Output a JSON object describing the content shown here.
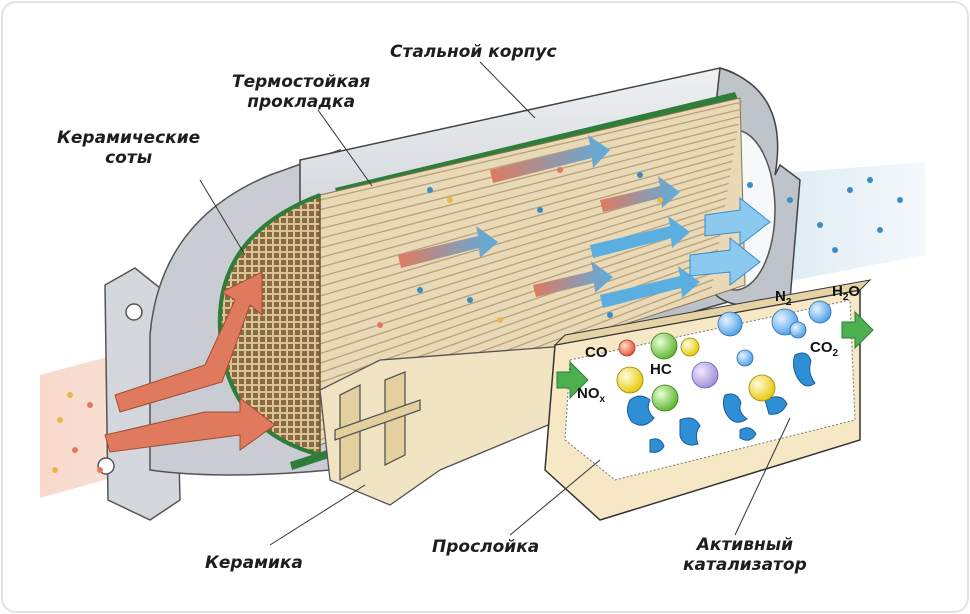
{
  "labels": {
    "steel_body": "Стальной корпус",
    "heat_gasket": "Термостойкая\nпрокладка",
    "honeycomb": "Керамические\nсоты",
    "ceramics": "Керамика",
    "interlayer": "Прослойка",
    "catalyst": "Активный\nкатализатор"
  },
  "chemicals": {
    "co": "CO",
    "no": "NO",
    "no_sub": "x",
    "hc": "HC",
    "n": "N",
    "n_sub": "2",
    "h": "H",
    "h_sub": "2",
    "o": "O",
    "co2": "CO",
    "co2_sub": "2"
  },
  "colors": {
    "shell": "#cfd3d8",
    "shell_dark": "#8e949c",
    "gasket": "#2e7d3a",
    "ceramic": "#e9d9b6",
    "ceramic_line": "#b8a27a",
    "hot_arrow": "#e07a5f",
    "cold_arrow": "#5aaee0",
    "green_arrow": "#4caf50",
    "catalyst_blue": "#2f8fd6"
  }
}
